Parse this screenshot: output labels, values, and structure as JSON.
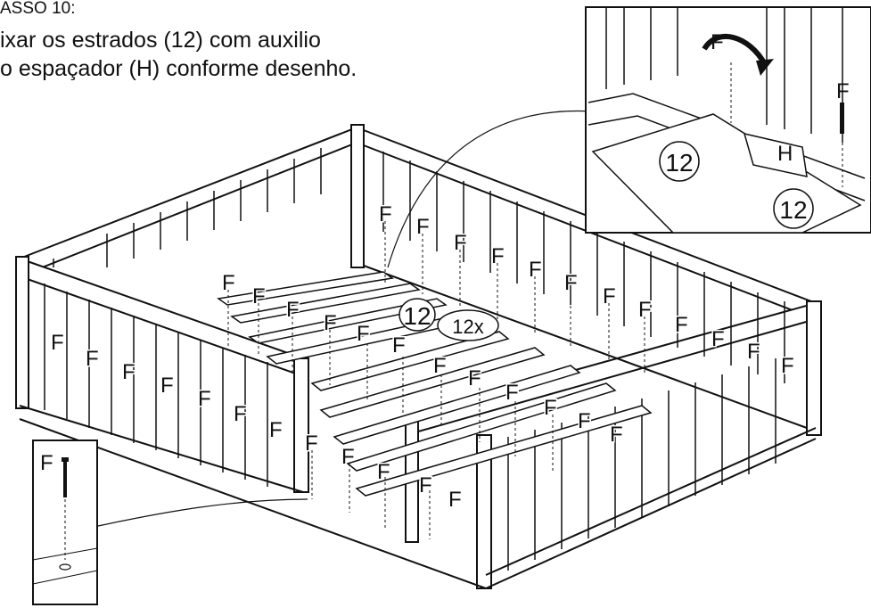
{
  "step": {
    "title": "ASSO 10:",
    "line1": "ixar os estrados (12) com auxilio",
    "line2": "o espaçador (H) conforme desenho."
  },
  "parts": {
    "screw": "F",
    "slat": "12",
    "slat_quantity": "12x",
    "spacer": "H"
  },
  "colors": {
    "ink": "#111111",
    "background": "#ffffff"
  }
}
